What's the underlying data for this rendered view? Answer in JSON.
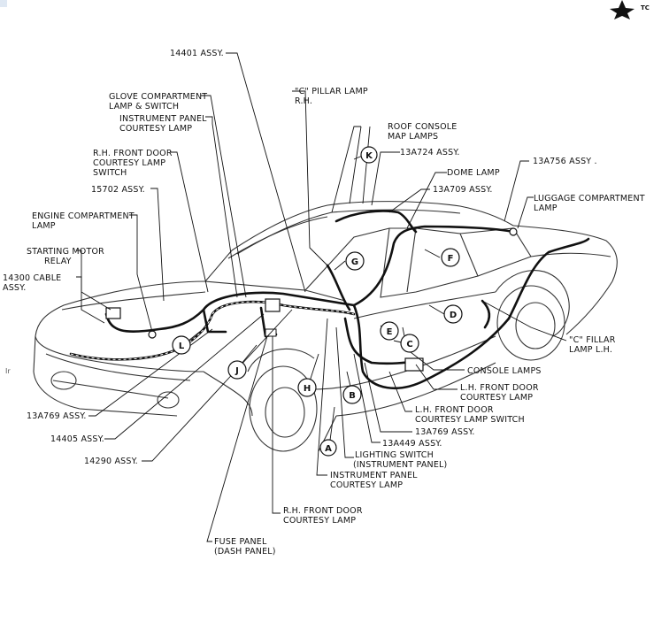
{
  "corner": {
    "icon": "star-icon",
    "text": "TC"
  },
  "left_fragment": "Ir",
  "labels": {
    "a14401": "14401 ASSY.",
    "glove1": "GLOVE COMPARTMENT",
    "glove2": "LAMP & SWITCH",
    "ip_court1": "INSTRUMENT PANEL",
    "ip_court2": "COURTESY LAMP",
    "rhdoor_sw1": "R.H. FRONT DOOR",
    "rhdoor_sw2": "COURTESY LAMP",
    "rhdoor_sw3": "SWITCH",
    "a15702": "15702 ASSY.",
    "eng1": "ENGINE COMPARTMENT",
    "eng2": "LAMP",
    "start1": "STARTING MOTOR",
    "start2": "RELAY",
    "cable1": "14300 CABLE",
    "cable2": "ASSY.",
    "cpillar_rh1": "\"C\" PILLAR LAMP",
    "cpillar_rh2": "R.H.",
    "roof1": "ROOF CONSOLE",
    "roof2": "MAP LAMPS",
    "a13a724": "13A724 ASSY.",
    "dome": "DOME LAMP",
    "a13a709": "13A709 ASSY.",
    "a13a756": "13A756 ASSY .",
    "lug1": "LUGGAGE COMPARTMENT",
    "lug2": "LAMP",
    "cpillar_lh1": "\"C\" FILLAR",
    "cpillar_lh2": "LAMP L.H.",
    "console": "CONSOLE LAMPS",
    "lhdoor1": "L.H. FRONT DOOR",
    "lhdoor2": "COURTESY LAMP",
    "lhdoor_sw1": "L.H. FRONT DOOR",
    "lhdoor_sw2": "COURTESY LAMP SWITCH",
    "a13a769_r": "13A769 ASSY.",
    "a13a449": "13A449 ASSY.",
    "light1": "LIGHTING SWITCH",
    "light2": "(INSTRUMENT PANEL)",
    "ip_lamp1": "INSTRUMENT PANEL",
    "ip_lamp2": "COURTESY LAMP",
    "rhdoor_lamp1": "R.H. FRONT DOOR",
    "rhdoor_lamp2": "COURTESY LAMP",
    "fuse1": "FUSE PANEL",
    "fuse2": "(DASH PANEL)",
    "a13a769_l": "13A769 ASSY.",
    "a14405": "14405 ASSY.",
    "a14290": "14290 ASSY."
  },
  "circles": {
    "K": "K",
    "G": "G",
    "F": "F",
    "D": "D",
    "E": "E",
    "C": "C",
    "B": "B",
    "A": "A",
    "H": "H",
    "J": "J",
    "L": "L"
  }
}
